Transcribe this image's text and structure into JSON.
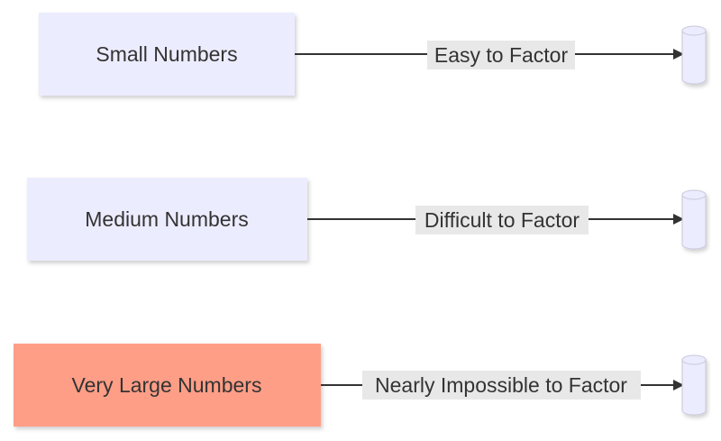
{
  "diagram": {
    "rows": [
      {
        "node_label": "Small Numbers",
        "edge_label": "Easy to Factor",
        "node_fill": "#ececff",
        "highlight": false
      },
      {
        "node_label": "Medium Numbers",
        "edge_label": "Difficult to Factor",
        "node_fill": "#ececff",
        "highlight": false
      },
      {
        "node_label": "Very Large Numbers",
        "edge_label": "Nearly Impossible to Factor",
        "node_fill": "#ff9e87",
        "highlight": true
      }
    ],
    "colors": {
      "node_default": "#ececff",
      "node_highlight": "#ff9e87",
      "edge": "#333333",
      "edge_label_bg": "#e8e8e8",
      "cylinder_fill": "#ececff",
      "cylinder_stroke": "#c8c8dc",
      "text": "#333333"
    }
  }
}
